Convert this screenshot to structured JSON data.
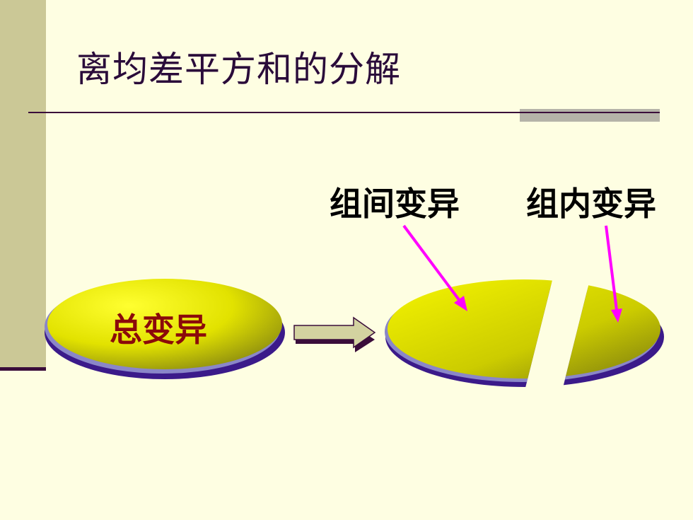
{
  "slide": {
    "title": "离均差平方和的分解"
  },
  "diagram": {
    "total_label": "总变异",
    "between_label": "组间变异",
    "within_label": "组内变异"
  },
  "colors": {
    "background": "#fefee2",
    "left_bar": "#cbc896",
    "ellipse_fill": "#dede00",
    "ellipse_shadow": "#3b1a8a",
    "arrow_pointer": "#ff00ff",
    "total_text": "#8b0a0a"
  }
}
